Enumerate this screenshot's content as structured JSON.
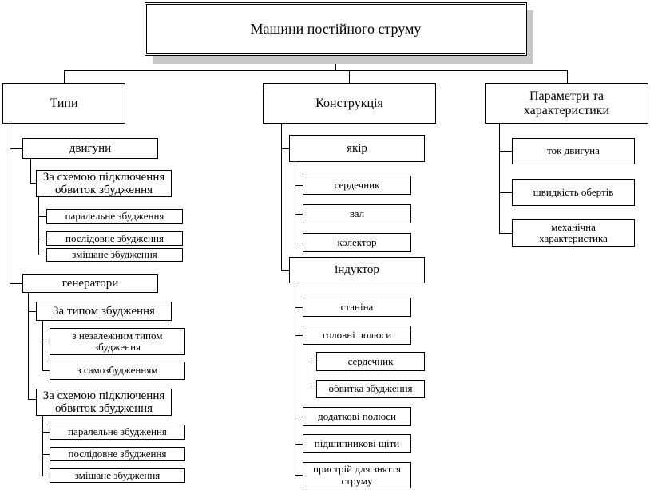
{
  "root": "Машини постійного струму",
  "types": {
    "title": "Типи",
    "motors": {
      "title": "двигуни",
      "scheme": "За схемою підключення обвиток  збудження",
      "items": [
        "паралельне збудження",
        "послідовне збудження",
        "змішане збудження"
      ]
    },
    "generators": {
      "title": "генератори",
      "by_type": "За типом збудження",
      "by_type_items": [
        "з незалежним типом збудження",
        "з самозбудженням"
      ],
      "scheme": "За схемою підключення обвиток  збудження",
      "scheme_items": [
        "паралельне збудження",
        "послідовне збудження",
        "змішане збудження"
      ]
    }
  },
  "construction": {
    "title": "Конструкція",
    "armature": {
      "title": "якір",
      "items": [
        "сердечник",
        "вал",
        "колектор"
      ]
    },
    "inductor": {
      "title": "індуктор",
      "frame": "станіна",
      "main_poles": "головні полюси",
      "main_poles_items": [
        "сердечник",
        "обвитка збудження"
      ],
      "aux_poles": "додаткові полюси",
      "bearing_shields": "підшипникові щіти",
      "current_device": "пристрій для зняття струму"
    }
  },
  "parameters": {
    "title": "Параметри та характеристики",
    "items": [
      "ток  двигуна",
      "швидкість обертів",
      "механічна характеристика"
    ]
  }
}
